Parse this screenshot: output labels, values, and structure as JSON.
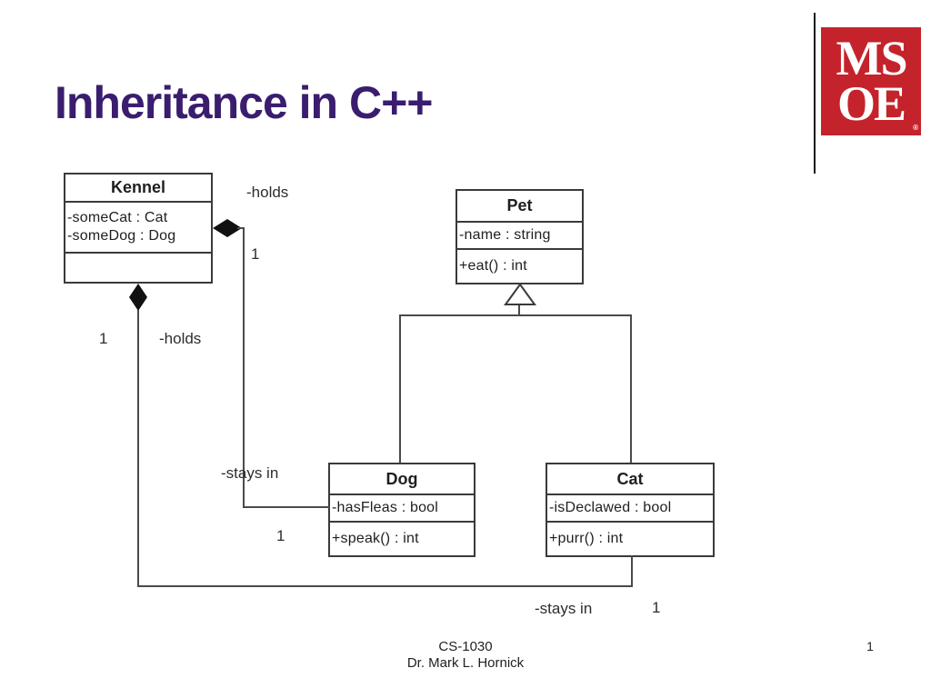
{
  "slide": {
    "title": "Inheritance in C++",
    "footer_line1": "CS-1030",
    "footer_line2": "Dr. Mark L. Hornick",
    "page_number": "1"
  },
  "logo": {
    "line1": "MS",
    "line2": "OE",
    "registered_mark": "®",
    "bg_color": "#C4232B"
  },
  "diagram": {
    "classes": {
      "kennel": {
        "name": "Kennel",
        "attr1": "-someCat : Cat",
        "attr2": "-someDog : Dog"
      },
      "pet": {
        "name": "Pet",
        "attr1": "-name : string",
        "method1": "+eat() : int"
      },
      "dog": {
        "name": "Dog",
        "attr1": "-hasFleas : bool",
        "method1": "+speak() : int"
      },
      "cat": {
        "name": "Cat",
        "attr1": "-isDeclawed : bool",
        "method1": "+purr() : int"
      }
    },
    "labels": {
      "holds_top": "-holds",
      "mult_right": "1",
      "mult_left": "1",
      "holds_left": "-holds",
      "stays_in_mid": "-stays in",
      "mult_dog": "1",
      "stays_in_bottom": "-stays in",
      "mult_bottom": "1"
    }
  },
  "colors": {
    "title_purple": "#3A1D6E",
    "logo_red": "#C4232B",
    "diagram_line": "#4a4a4a"
  }
}
